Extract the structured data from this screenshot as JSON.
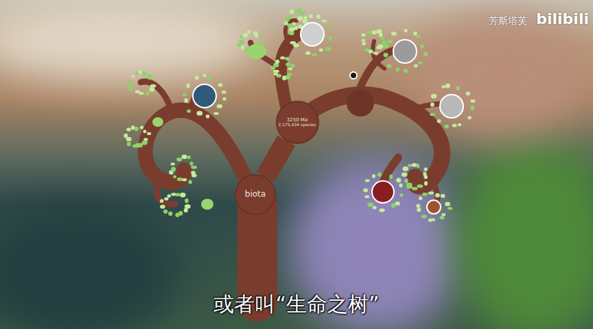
{
  "diagram": {
    "caption": "或者叫“生命之树”",
    "nodes": [
      {
        "text": [
          "biota"
        ]
      },
      {
        "text": [
          "3250 Ma",
          "2,175,434 species"
        ]
      }
    ],
    "edges": [
      {
        "from": 0,
        "to": 1,
        "arrow": "none"
      }
    ],
    "labels": [
      "芳斯塔芙",
      "bilibili"
    ]
  }
}
